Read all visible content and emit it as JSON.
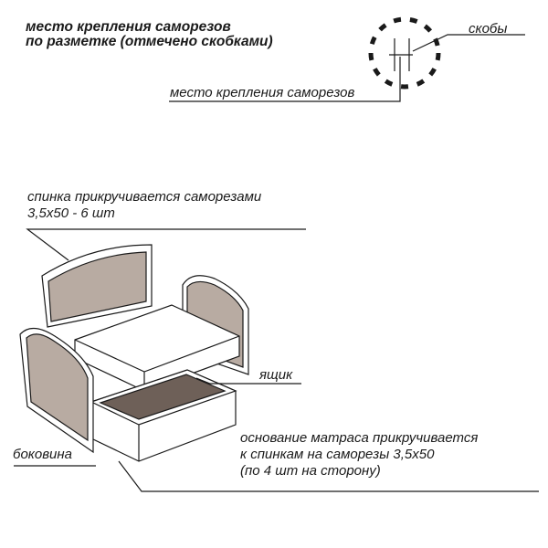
{
  "header_note": {
    "line1": "место крепления саморезов",
    "line2": "по разметке (отмечено скобками)"
  },
  "legend": {
    "brackets_label": "скобы",
    "screw_place_label": "место крепления саморезов"
  },
  "labels": {
    "back_line1": "спинка прикручивается саморезами",
    "back_line2": "3,5х50 - 6 шт",
    "drawer": "ящик",
    "base_line1": "основание матраса прикручивается",
    "base_line2": "к спинкам на саморезы 3,5х50",
    "base_line3": "(по 4 шт на сторону)",
    "side": "боковина"
  },
  "colors": {
    "panel": "#b8aba2",
    "drawer_inside": "#6e6058",
    "line": "#1a1a1a"
  }
}
